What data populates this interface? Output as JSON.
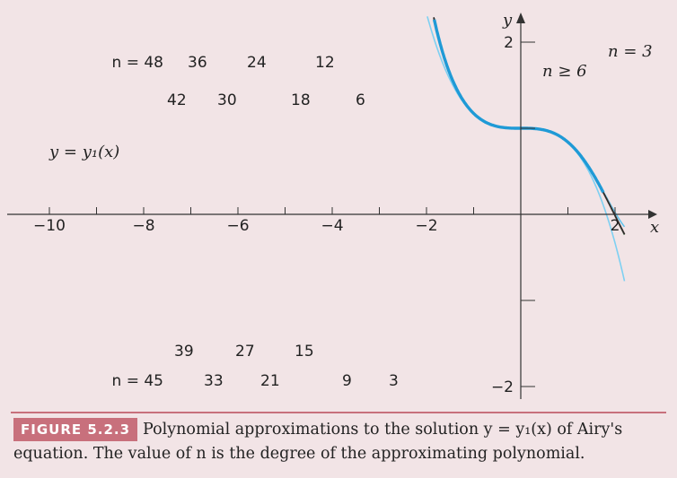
{
  "chart_data": {
    "type": "line",
    "title": "",
    "xlabel": "x",
    "ylabel": "y",
    "xlim": [
      -10.5,
      2.7
    ],
    "ylim": [
      -2.2,
      2.1
    ],
    "xticks": [
      -10,
      -8,
      -6,
      -4,
      -2,
      2
    ],
    "xtick_labels": [
      "−10",
      "−8",
      "−6",
      "−4",
      "−2",
      "2"
    ],
    "yticks": [
      2,
      -2
    ],
    "ytick_labels": [
      "2",
      "−2"
    ],
    "grid": false,
    "series": [
      {
        "name": "y = y1(x)",
        "label_text": "y = y₁(x)",
        "color": "#1f9ad6",
        "degree": "exact"
      },
      {
        "name": "3",
        "degree": 3,
        "color": "#7ed0f2"
      },
      {
        "name": "6",
        "degree": 6,
        "color": "#62c3ec"
      },
      {
        "name": "9",
        "degree": 9,
        "color": "#2f8a4a"
      },
      {
        "name": "12",
        "degree": 12,
        "color": "#9ab89a"
      },
      {
        "name": "15",
        "degree": 15,
        "color": "#b0141e"
      },
      {
        "name": "18",
        "degree": 18,
        "color": "#d88a6a"
      },
      {
        "name": "21",
        "degree": 21,
        "color": "#c88f2a"
      },
      {
        "name": "24",
        "degree": 24,
        "color": "#d6bc8e"
      },
      {
        "name": "27",
        "degree": 27,
        "color": "#0d3a6a"
      },
      {
        "name": "30",
        "degree": 30,
        "color": "#8a8a8a"
      },
      {
        "name": "33",
        "degree": 33,
        "color": "#7a80a0"
      },
      {
        "name": "36",
        "degree": 36,
        "color": "#1a5aa0"
      },
      {
        "name": "39",
        "degree": 39,
        "color": "#b6b6b6"
      },
      {
        "name": "42",
        "degree": 42,
        "color": "#2a2a2a"
      },
      {
        "name": "45",
        "degree": 45,
        "color": "#e8a88c"
      },
      {
        "name": "48",
        "degree": 48,
        "color": "#2a2a2a"
      }
    ],
    "annotations": {
      "n3": "n = 3",
      "n6plus": "n ≥ 6",
      "n48": "n = 48",
      "n45": "n = 45"
    }
  },
  "caption": {
    "badge": "FIGURE 5.2.3",
    "text": "Polynomial approximations to the solution y = y₁(x) of Airy's equation. The value of n is the degree of the approximating polynomial."
  }
}
